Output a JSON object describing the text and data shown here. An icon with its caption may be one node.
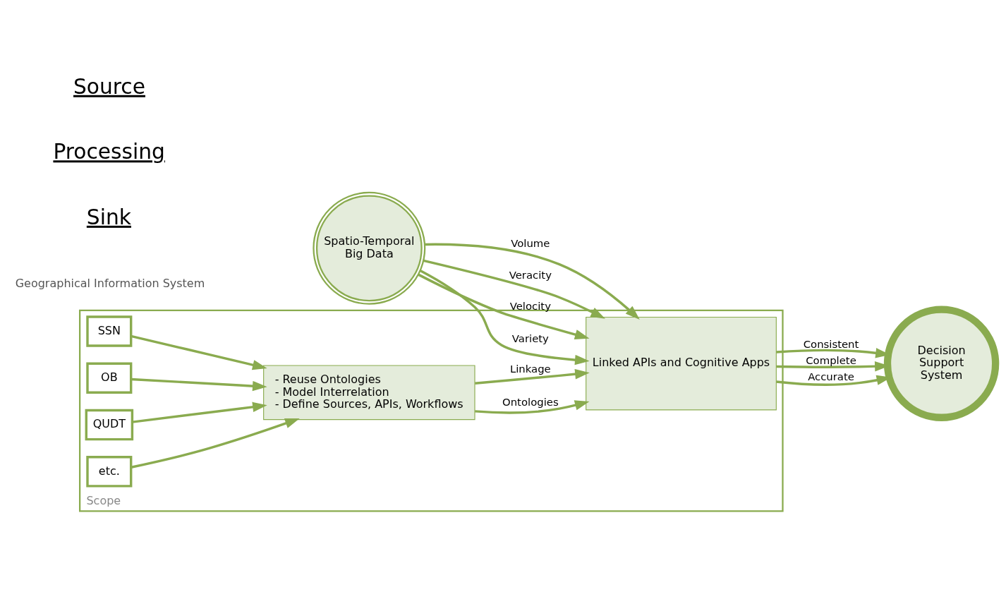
{
  "diagram": {
    "nodes": [
      {
        "text": [
          "Spatio-Temporal Big Data"
        ]
      },
      {
        "text": [
          "Scope"
        ]
      },
      {
        "text": [
          "Linked APIs and Cognitive Apps"
        ],
        "in": 1
      },
      {
        "text": [
          "- Reuse Ontologies",
          "- Model Interrelation",
          "- Define Sources, APIs, Workflows"
        ],
        "in": 1
      },
      {
        "text": [
          "Decision Support System"
        ]
      },
      {
        "text": [
          "SSN"
        ],
        "in": 1
      },
      {
        "text": [
          "OB"
        ],
        "in": 1
      },
      {
        "text": [
          "QUDT"
        ],
        "in": 1
      },
      {
        "text": [
          "etc."
        ],
        "in": 1
      }
    ],
    "edges": [
      {
        "from": 0,
        "to": 2,
        "arrow": "to",
        "label": "Volume"
      },
      {
        "from": 0,
        "to": 2,
        "arrow": "to",
        "label": "Veracity"
      },
      {
        "from": 0,
        "to": 2,
        "arrow": "to",
        "label": "Velocity"
      },
      {
        "from": 0,
        "to": 2,
        "arrow": "to",
        "label": "Variety"
      },
      {
        "from": 2,
        "to": 4,
        "arrow": "to",
        "label": "Consistent"
      },
      {
        "from": 2,
        "to": 4,
        "arrow": "to",
        "label": "Complete"
      },
      {
        "from": 2,
        "to": 4,
        "arrow": "to",
        "label": "Accurate"
      },
      {
        "from": 3,
        "to": 2,
        "arrow": "to",
        "label": "Ontologies"
      },
      {
        "from": 3,
        "to": 2,
        "arrow": "to",
        "label": "Linkage"
      },
      {
        "from": 5,
        "to": 3,
        "arrow": "to"
      },
      {
        "from": 6,
        "to": 3,
        "arrow": "to"
      },
      {
        "from": 7,
        "to": 3,
        "arrow": "to"
      },
      {
        "from": 8,
        "to": 3,
        "arrow": "to"
      }
    ],
    "labels": [
      "Source",
      "Processing",
      "Sink",
      "Geographical Information System"
    ]
  }
}
